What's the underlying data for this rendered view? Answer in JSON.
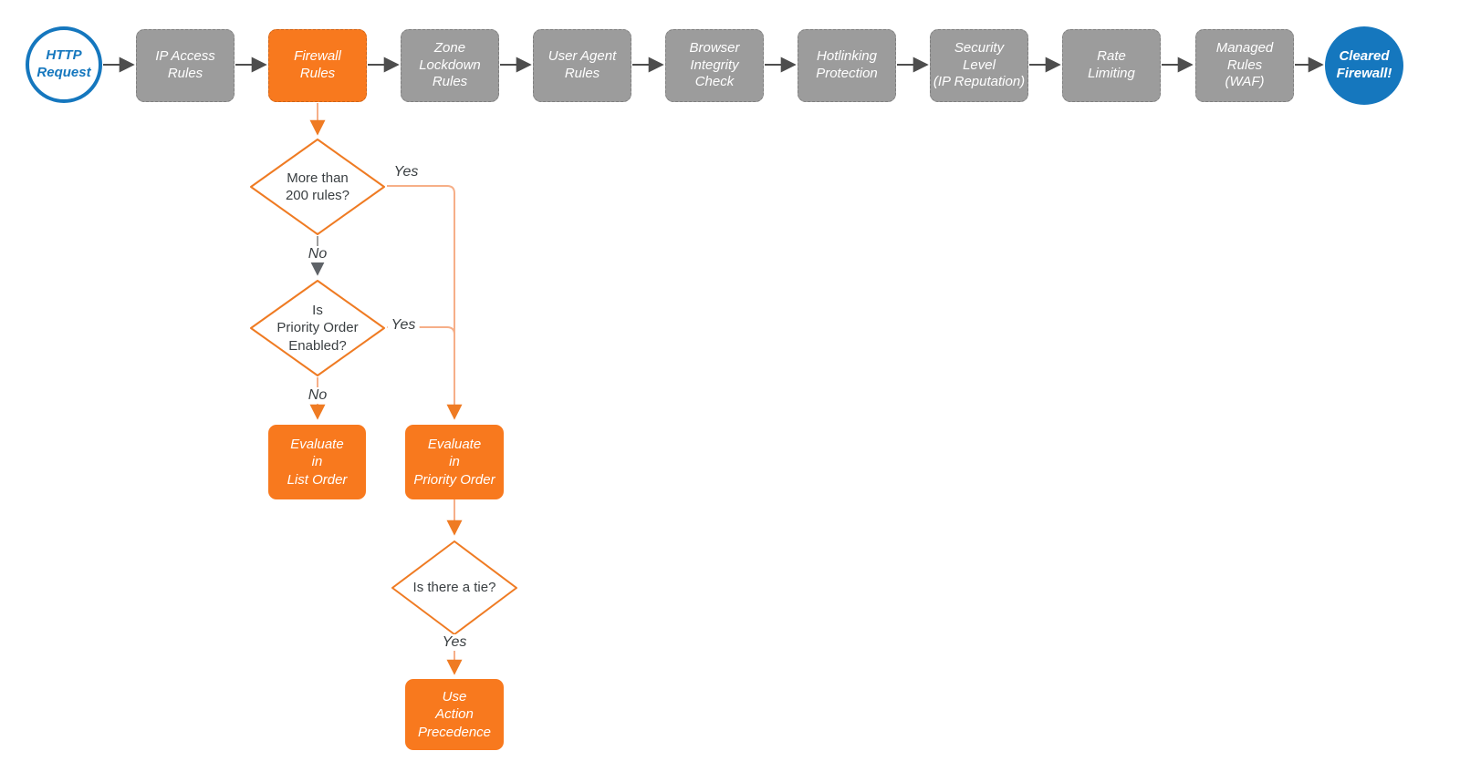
{
  "colors": {
    "accent_blue": "#1577BE",
    "node_orange": "#F8791E",
    "orange_stroke": "#EF7B23",
    "connector_orange": "#F6AF88",
    "node_gray": "#9C9C9C",
    "gray_border": "#8A8A8A",
    "connector_dark": "#4D4D4D",
    "connector_gray": "#9E9E9E",
    "arrowhead_gray": "#5F6368",
    "text_dark": "#3A3F42",
    "text_white": "#FFFFFF",
    "background": "#FFFFFF"
  },
  "pipeline": {
    "start": {
      "label": "HTTP\nRequest"
    },
    "stages": [
      {
        "label": "IP Access\nRules",
        "variant": "gray"
      },
      {
        "label": "Firewall\nRules",
        "variant": "orange"
      },
      {
        "label": "Zone\nLockdown\nRules",
        "variant": "gray"
      },
      {
        "label": "User Agent\nRules",
        "variant": "gray"
      },
      {
        "label": "Browser\nIntegrity\nCheck",
        "variant": "gray"
      },
      {
        "label": "Hotlinking\nProtection",
        "variant": "gray"
      },
      {
        "label": "Security\nLevel\n(IP Reputation)",
        "variant": "gray"
      },
      {
        "label": "Rate\nLimiting",
        "variant": "gray"
      },
      {
        "label": "Managed\nRules\n(WAF)",
        "variant": "gray"
      }
    ],
    "end": {
      "label": "Cleared\nFirewall!"
    }
  },
  "decision_flow": {
    "more_than_200_rules": {
      "question": "More than\n200 rules?",
      "yes_label": "Yes",
      "no_label": "No"
    },
    "priority_order_enabled": {
      "question": "Is\nPriority Order\nEnabled?",
      "yes_label": "Yes",
      "no_label": "No"
    },
    "evaluate_list_order": {
      "label": "Evaluate\nin\nList Order"
    },
    "evaluate_priority_order": {
      "label": "Evaluate\nin\nPriority Order"
    },
    "is_there_a_tie": {
      "question": "Is there a tie?",
      "yes_label": "Yes"
    },
    "use_action_precedence": {
      "label": "Use\nAction\nPrecedence"
    }
  }
}
